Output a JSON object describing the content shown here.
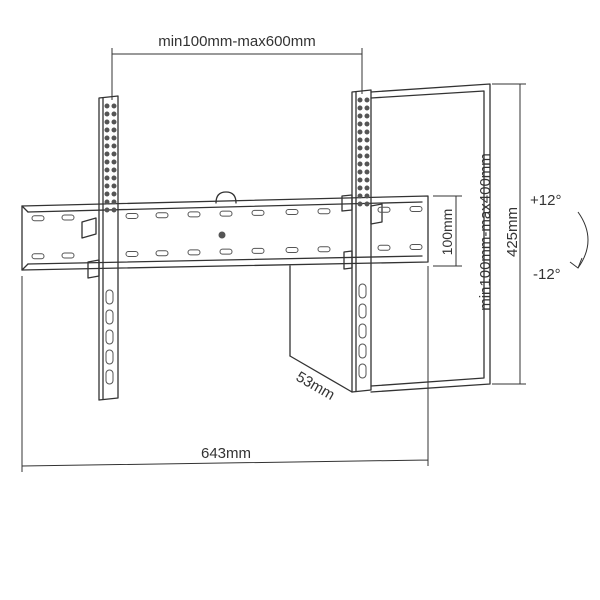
{
  "diagram": {
    "dimensions": {
      "vesa_width_range": "min100mm-max600mm",
      "vesa_height_range": "min100mm-max400mm",
      "overall_height": "425mm",
      "overall_width": "643mm",
      "depth": "53mm",
      "rail_height": "100mm"
    },
    "tilt": {
      "up": "+12°",
      "down": "-12°"
    },
    "colors": {
      "line": "#333333",
      "slot": "#555555",
      "background": "#ffffff"
    }
  }
}
